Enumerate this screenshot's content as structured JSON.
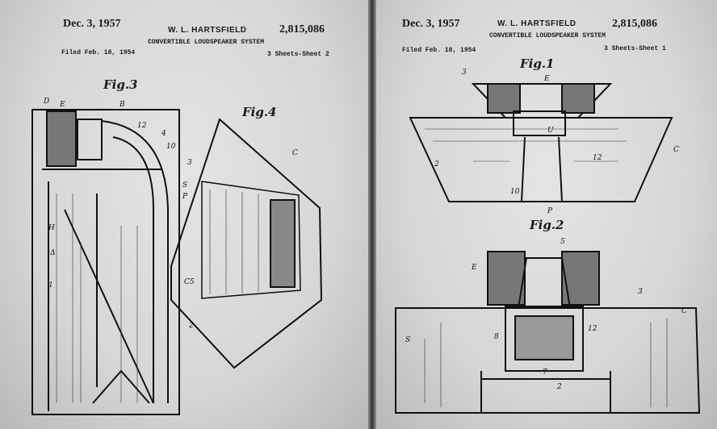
{
  "left_sheet": {
    "date": "Dec. 3, 1957",
    "inventor": "W. L. HARTSFIELD",
    "patent_number": "2,815,086",
    "title": "CONVERTIBLE LOUDSPEAKER SYSTEM",
    "filed": "Filed Feb. 18, 1954",
    "sheet": "3 Sheets-Sheet 2",
    "figures": [
      "Fig.3",
      "Fig.4"
    ],
    "refs": [
      "D",
      "E",
      "B",
      "3",
      "12",
      "4",
      "10",
      "S",
      "P",
      "1",
      "H",
      "Δ",
      "C",
      "C5",
      "2"
    ]
  },
  "right_sheet": {
    "date": "Dec. 3, 1957",
    "inventor": "W. L. HARTSFIELD",
    "patent_number": "2,815,086",
    "title": "CONVERTIBLE LOUDSPEAKER SYSTEM",
    "filed": "Filed Feb. 18, 1954",
    "sheet": "3 Sheets-Sheet 1",
    "figures": [
      "Fig.1",
      "Fig.2"
    ],
    "refs": [
      "E",
      "3",
      "U",
      "C",
      "2",
      "12",
      "10",
      "P",
      "5",
      "E",
      "3",
      "C",
      "S",
      "12",
      "8",
      "7",
      "2"
    ]
  }
}
